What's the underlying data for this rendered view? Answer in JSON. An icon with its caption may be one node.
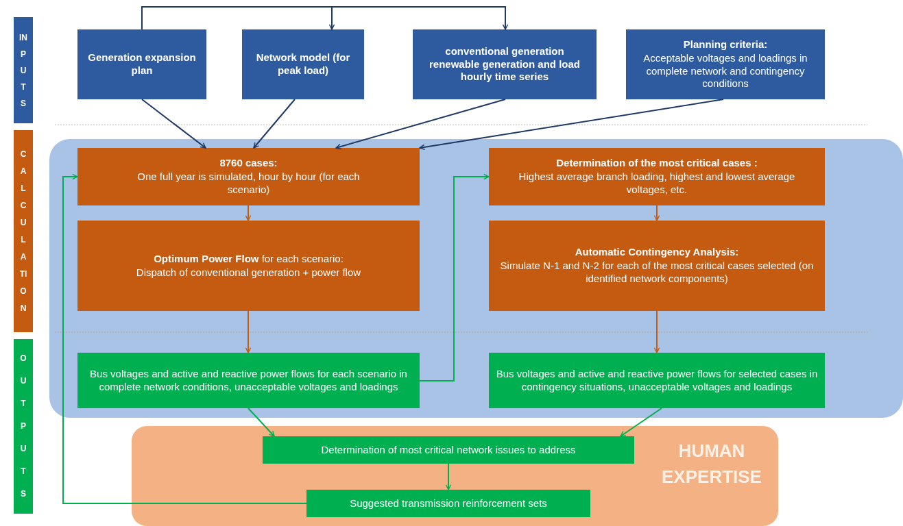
{
  "diagram": {
    "nodes": [
      {
        "text": [
          "INPUTS"
        ]
      },
      {
        "text": [
          "CALCULATION"
        ]
      },
      {
        "text": [
          "OUTPUTS"
        ]
      },
      {
        "text": [
          "Generation expansion plan"
        ]
      },
      {
        "text": [
          "Network model (for peak load)"
        ]
      },
      {
        "text": [
          "conventional generation renewable generation and load hourly time series"
        ]
      },
      {
        "text": [
          "Planning criteria:",
          "Acceptable voltages and loadings in complete network and contingency conditions"
        ]
      },
      {
        "text": [],
        "shape": "box"
      },
      {
        "text": [
          "8760 cases:",
          "One full year is simulated, hour by hour (for each scenario)"
        ],
        "in": 7
      },
      {
        "text": [
          "Determination of the most critical cases :",
          "Highest average branch loading, highest and lowest average voltages, etc."
        ],
        "in": 7
      },
      {
        "text": [
          "**Optimum Power Flow** for each scenario:",
          "Dispatch of conventional generation + power flow"
        ],
        "in": 7
      },
      {
        "text": [
          "Automatic Contingency Analysis:",
          "Simulate N-1 and N-2 for each of the most critical cases selected (on identified network components)"
        ],
        "in": 7
      },
      {
        "text": [
          "Bus voltages and active and reactive power flows for each scenario in complete network conditions, unacceptable voltages and loadings"
        ],
        "in": 7
      },
      {
        "text": [
          "Bus voltages and active and reactive power flows for selected cases in contingency situations, unacceptable voltages and loadings"
        ],
        "in": 7
      },
      {
        "text": [
          "HUMAN EXPERTISE"
        ]
      },
      {
        "text": [
          "Determination of most critical network issues to address"
        ],
        "in": 14
      },
      {
        "text": [
          "Suggested transmission reinforcement sets"
        ],
        "in": 14
      }
    ],
    "edges": [
      {
        "from": 3,
        "to": 4,
        "arrow": "to",
        "color": "#1f3864"
      },
      {
        "from": 3,
        "to": 5,
        "arrow": "to",
        "color": "#1f3864"
      },
      {
        "from": 3,
        "to": 8,
        "arrow": "to",
        "color": "#1f3864"
      },
      {
        "from": 4,
        "to": 8,
        "arrow": "to",
        "color": "#1f3864"
      },
      {
        "from": 5,
        "to": 8,
        "arrow": "to",
        "color": "#1f3864"
      },
      {
        "from": 6,
        "to": 8,
        "arrow": "to",
        "color": "#1f3864"
      },
      {
        "from": 8,
        "to": 10,
        "arrow": "to",
        "color": "#c55a11"
      },
      {
        "from": 10,
        "to": 12,
        "arrow": "to",
        "color": "#c55a11"
      },
      {
        "from": 12,
        "to": 9,
        "arrow": "to",
        "color": "#00b050"
      },
      {
        "from": 9,
        "to": 11,
        "arrow": "to",
        "color": "#c55a11"
      },
      {
        "from": 11,
        "to": 13,
        "arrow": "to",
        "color": "#c55a11"
      },
      {
        "from": 12,
        "to": 15,
        "arrow": "to",
        "color": "#00b050"
      },
      {
        "from": 13,
        "to": 15,
        "arrow": "to",
        "color": "#00b050"
      },
      {
        "from": 15,
        "to": 16,
        "arrow": "to",
        "color": "#00b050"
      },
      {
        "from": 16,
        "to": 8,
        "arrow": "to",
        "color": "#00b050"
      }
    ]
  }
}
